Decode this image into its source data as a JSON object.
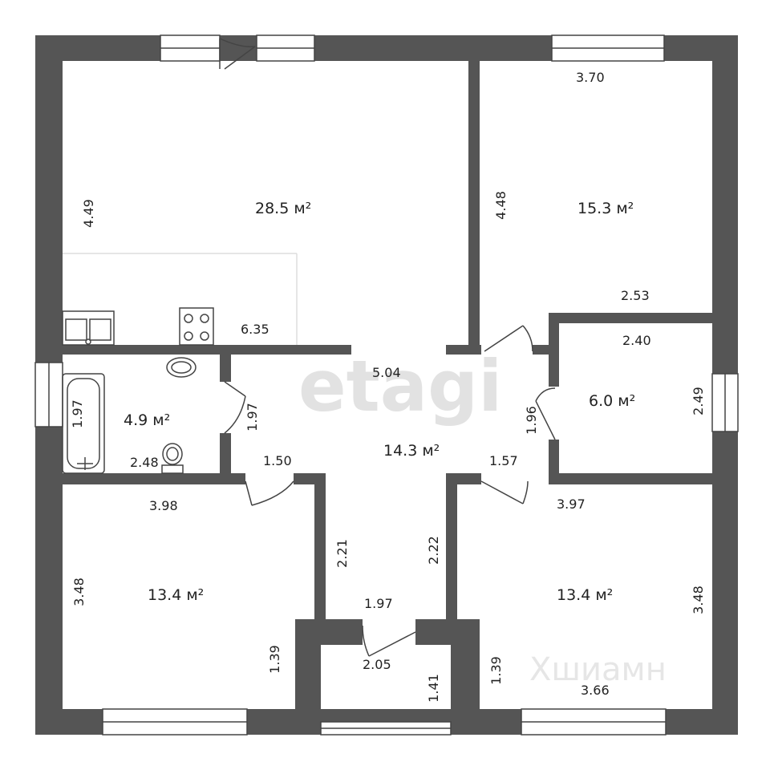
{
  "colors": {
    "wall": "#555555",
    "window": "#ffffff",
    "line": "#444444"
  },
  "watermarks": {
    "main": "etagi",
    "corner": "Хшиамн"
  },
  "rooms": {
    "living": {
      "area": "28.5 м²",
      "dims": [
        "4.49",
        "6.35"
      ]
    },
    "bedroom_ne": {
      "area": "15.3 м²",
      "dims": [
        "3.70",
        "4.48",
        "2.53"
      ]
    },
    "small_room": {
      "area": "6.0 м²",
      "dims": [
        "2.40",
        "2.49",
        "1.96"
      ]
    },
    "bathroom": {
      "area": "4.9 м²",
      "dims": [
        "1.97",
        "2.48",
        "1.97"
      ]
    },
    "hall": {
      "area": "14.3 м²",
      "dims": [
        "5.04",
        "1.50",
        "1.57",
        "2.21",
        "2.22",
        "1.97"
      ]
    },
    "bedroom_sw": {
      "area": "13.4 м²",
      "dims": [
        "3.98",
        "3.48",
        "1.39"
      ]
    },
    "bedroom_se": {
      "area": "13.4 м²",
      "dims": [
        "3.97",
        "3.48",
        "1.39",
        "3.66"
      ]
    },
    "vestibule": {
      "dims": [
        "2.05",
        "1.41"
      ]
    }
  }
}
